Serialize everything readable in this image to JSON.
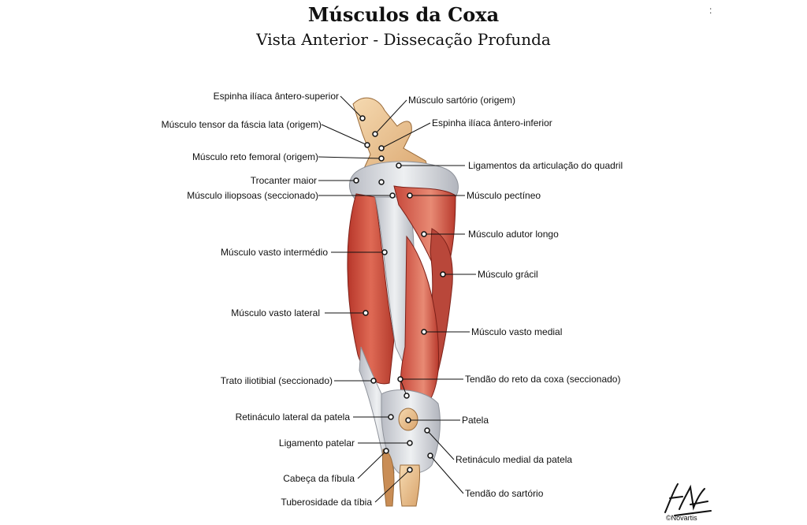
{
  "title": "Músculos da Coxa",
  "subtitle": "Vista Anterior - Dissecação Profunda",
  "corner_mark": ":",
  "copyright": "©Novartis",
  "signature_text": "F. Netter",
  "labels": {
    "espinha_superior": "Espinha ilíaca ântero-superior",
    "tensor": "Músculo tensor da fáscia lata (origem)",
    "reto_femoral": "Músculo reto femoral (origem)",
    "trocanter": "Trocanter maior",
    "iliopsoas": "Músculo iliopsoas (seccionado)",
    "vasto_intermedio": "Músculo vasto intermédio",
    "vasto_lateral": "Músculo vasto lateral",
    "trato": "Trato iliotibial (seccionado)",
    "retinaculo_lateral": "Retináculo lateral da patela",
    "ligamento_patelar": "Ligamento patelar",
    "cabeca_fibula": "Cabeça da fíbula",
    "tuberosidade": "Tuberosidade da tíbia",
    "sartorio_origem": "Músculo sartório (origem)",
    "espinha_inferior": "Espinha ilíaca ântero-inferior",
    "ligamentos_quadril": "Ligamentos da articulação do quadril",
    "pectineo": "Músculo pectíneo",
    "adutor_longo": "Músculo adutor longo",
    "gracil": "Músculo grácil",
    "vasto_medial": "Músculo vasto medial",
    "tendao_reto": "Tendão do reto da coxa (seccionado)",
    "patela": "Patela",
    "retinaculo_medial": "Retináculo medial da patela",
    "tendao_sartorio": "Tendão do sartório"
  }
}
